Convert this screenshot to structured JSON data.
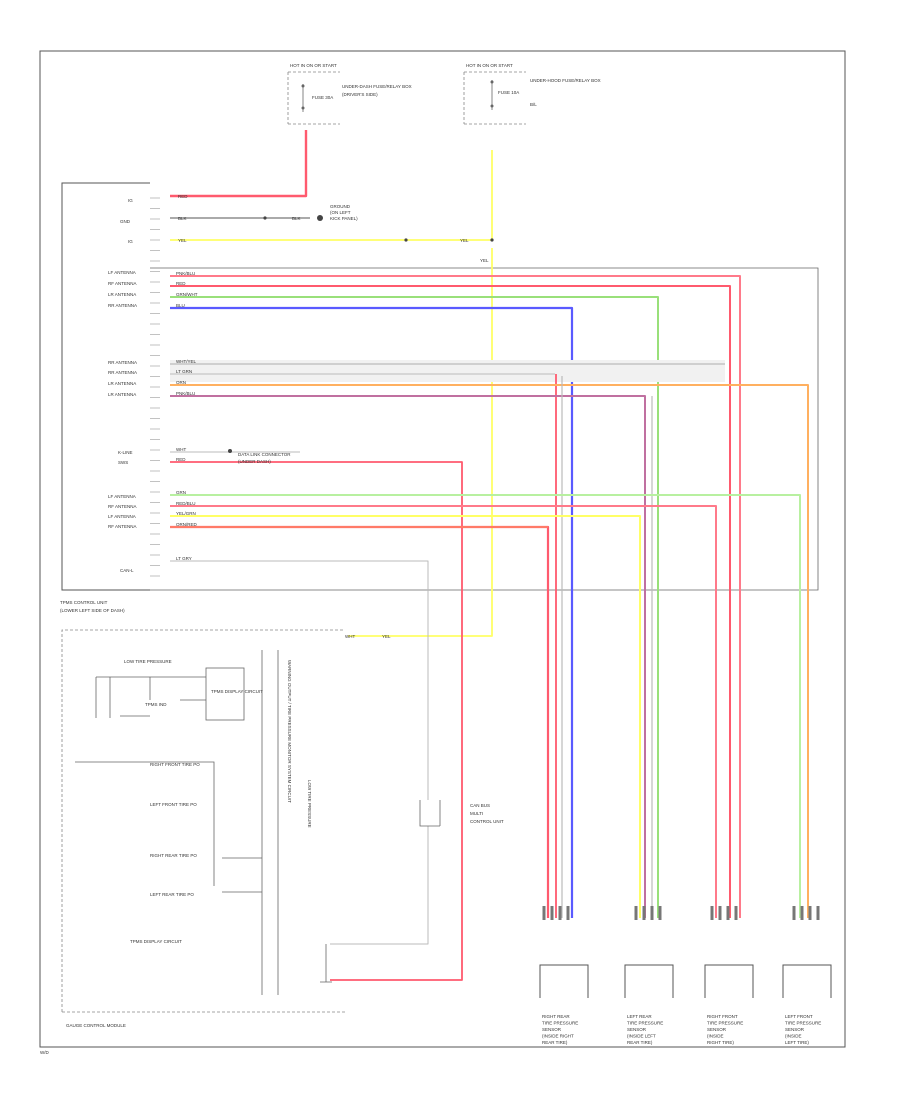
{
  "diagram": {
    "footer_code": "W/D",
    "fuse_boxes": {
      "left": {
        "title": "HOT IN ON OR START",
        "fuse": "FUSE 30A",
        "notes": [
          "UNDER-DASH FUSE/RELAY BOX",
          "(DRIVER'S SIDE)"
        ]
      },
      "right": {
        "title": "HOT IN ON OR START",
        "fuse": "FUSE 10A",
        "notes": [
          "UNDER-HOOD FUSE/RELAY BOX",
          "B/L"
        ]
      }
    },
    "module": {
      "name": "TPMS CONTROL UNIT",
      "location": "(LOWER LEFT SIDE OF DASH)",
      "pins_top": [
        "IG",
        "GND",
        "IG"
      ],
      "pins_sensors_a": [
        "LF ANTENNA",
        "RF ANTENNA",
        "LR ANTENNA",
        "RR ANTENNA"
      ],
      "pins_sensors_b": [
        "RR ANTENNA",
        "RR ANTENNA",
        "LR ANTENNA",
        "LR ANTENNA"
      ],
      "pins_misc": [
        "K-LINE",
        "SWS"
      ],
      "pins_sensors_c": [
        "LF ANTENNA",
        "RF ANTENNA",
        "LF ANTENNA",
        "RF ANTENNA"
      ],
      "pin_bottom": "CAN-L"
    },
    "ground_note": [
      "GROUND",
      "(ON LEFT",
      "KICK PANEL)"
    ],
    "dlc_note": [
      "DATA LINK CONNECTOR",
      "(UNDER DASH)"
    ],
    "gauge": {
      "name": "GAUGE CONTROL MODULE",
      "low_tire_label": "LOW TIRE PRESSURE",
      "low_tire_sub": "TPMS IND",
      "block_label": "TPMS DISPLAY CIRCUIT",
      "display_label": "TPMS DISPLAY CIRCUIT",
      "tire_labels": [
        "RIGHT FRONT TIRE PO",
        "LEFT FRONT TIRE PO",
        "RIGHT REAR TIRE PO",
        "LEFT REAR TIRE PO"
      ],
      "vertical_text": [
        "WARNING OUTPUT / TIRE PRESSURE MONITOR SYSTEM CIRCUIT",
        "LOW TIRE PRESSURE"
      ]
    },
    "relay_note": [
      "CAN BUS",
      "MULTI",
      "CONTROL UNIT"
    ],
    "sensors": [
      [
        "RIGHT REAR",
        "TIRE PRESSURE",
        "SENSOR",
        "(INSIDE RIGHT",
        "REAR TIRE)"
      ],
      [
        "LEFT REAR",
        "TIRE PRESSURE",
        "SENSOR",
        "(INSIDE LEFT",
        "REAR TIRE)"
      ],
      [
        "RIGHT FRONT",
        "TIRE PRESSURE",
        "SENSOR",
        "(INSIDE",
        "RIGHT TIRE)"
      ],
      [
        "LEFT FRONT",
        "TIRE PRESSURE",
        "SENSOR",
        "(INSIDE",
        "LEFT TIRE)"
      ]
    ],
    "wire_labels": {
      "ig_main": "RED",
      "gnd": "BLK",
      "gnd_dest": "BLK",
      "ig2": "YEL",
      "ig2_b": "YEL",
      "ig2_drop": "YEL",
      "wA": [
        "PNK/BLU",
        "RED",
        "GRN/WHT",
        "BLU"
      ],
      "wB": [
        "WHT/YEL",
        "LT GRN",
        "ORN",
        "PNK/BLU"
      ],
      "kline": "WHT",
      "sws": "RED",
      "wC": [
        "GRN",
        "RED/BLU",
        "YEL/GRN",
        "ORN/RED"
      ],
      "can": "LT GRY",
      "harness_bottom": "WHT",
      "harness_yel": "YEL"
    }
  },
  "colors": {
    "red": "#ff5a6e",
    "pink": "#ff7a8a",
    "yellow": "#ffff66",
    "green": "#99e07a",
    "lightgreen": "#b8f0a0",
    "blue": "#5a5aff",
    "orange": "#ffb060",
    "purple": "#c070a0",
    "gray": "#bbbbbb",
    "frame": "#555555"
  }
}
